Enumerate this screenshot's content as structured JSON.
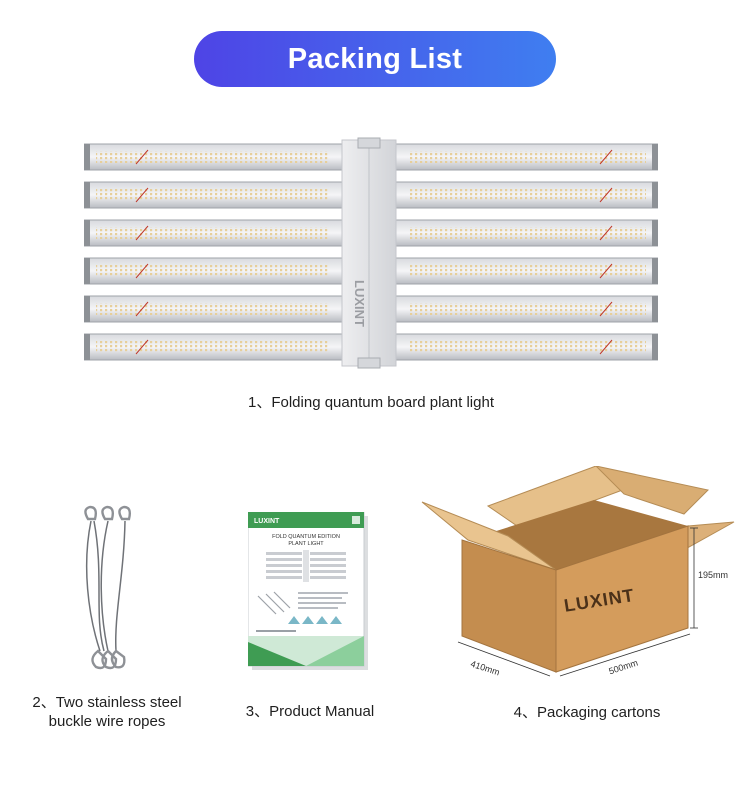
{
  "header": {
    "title": "Packing List"
  },
  "light": {
    "brand": "LUXINT"
  },
  "items": [
    {
      "caption": "1、Folding quantum board plant light"
    },
    {
      "caption_line1": "2、Two stainless steel",
      "caption_line2": "buckle wire ropes"
    },
    {
      "caption": "3、Product Manual"
    },
    {
      "caption": "4、Packaging cartons"
    }
  ],
  "manual": {
    "brand": "LUXINT",
    "heading_line1": "FOLD QUANTUM EDITION",
    "heading_line2": "PLANT LIGHT"
  },
  "carton": {
    "brand": "LUXINT",
    "height_label": "195mm",
    "depth_label": "410mm",
    "width_label": "500mm"
  }
}
